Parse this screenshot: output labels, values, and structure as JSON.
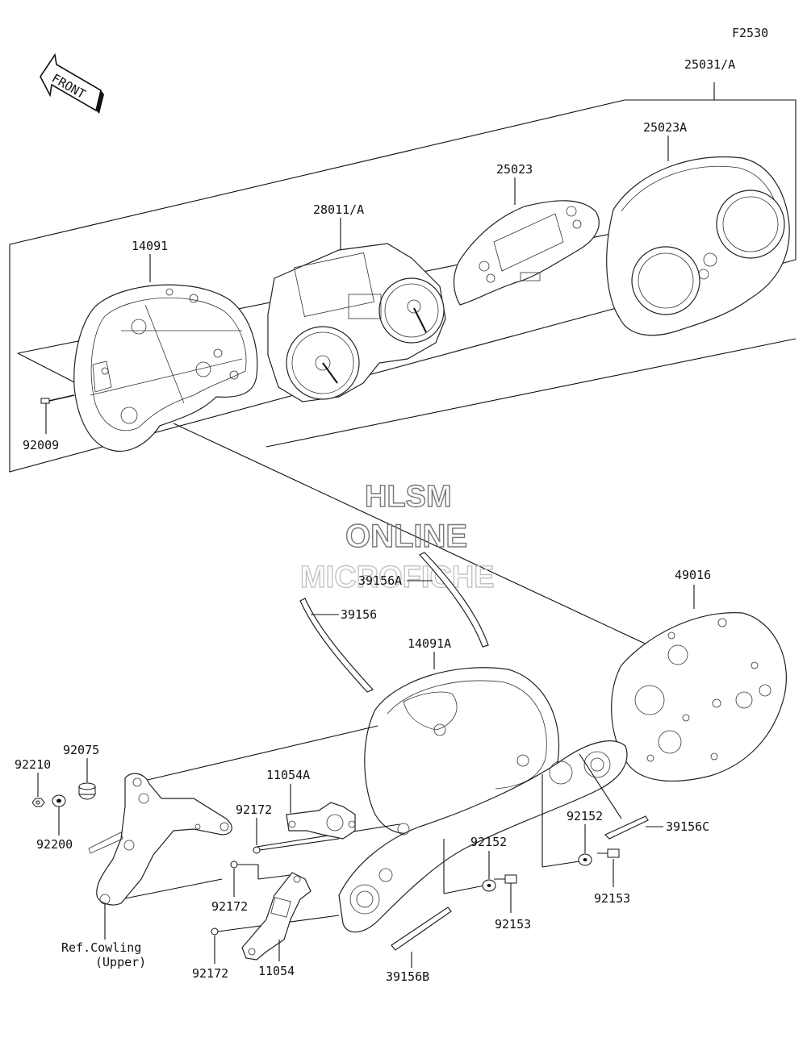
{
  "figure_code": "F2530",
  "front_label": "FRONT",
  "watermark": {
    "line1": "HLSM",
    "line2": "ONLINE",
    "line3": "MICROFICHE"
  },
  "parts": {
    "p25031A": "25031/A",
    "p25023A": "25023A",
    "p25023": "25023",
    "p28011A": "28011/A",
    "p14091": "14091",
    "p92009": "92009",
    "p39156A": "39156A",
    "p49016": "49016",
    "p39156": "39156",
    "p14091A": "14091A",
    "p92075": "92075",
    "p92210": "92210",
    "p11054A": "11054A",
    "p92200": "92200",
    "p92172a": "92172",
    "p92152a": "92152",
    "p39156C": "39156C",
    "p92152b": "92152",
    "p92153a": "92153",
    "p92172b": "92172",
    "p92153b": "92153",
    "ref1": "Ref.Cowling",
    "ref2": "(Upper)",
    "p92172c": "92172",
    "p11054": "11054",
    "p39156B": "39156B"
  }
}
